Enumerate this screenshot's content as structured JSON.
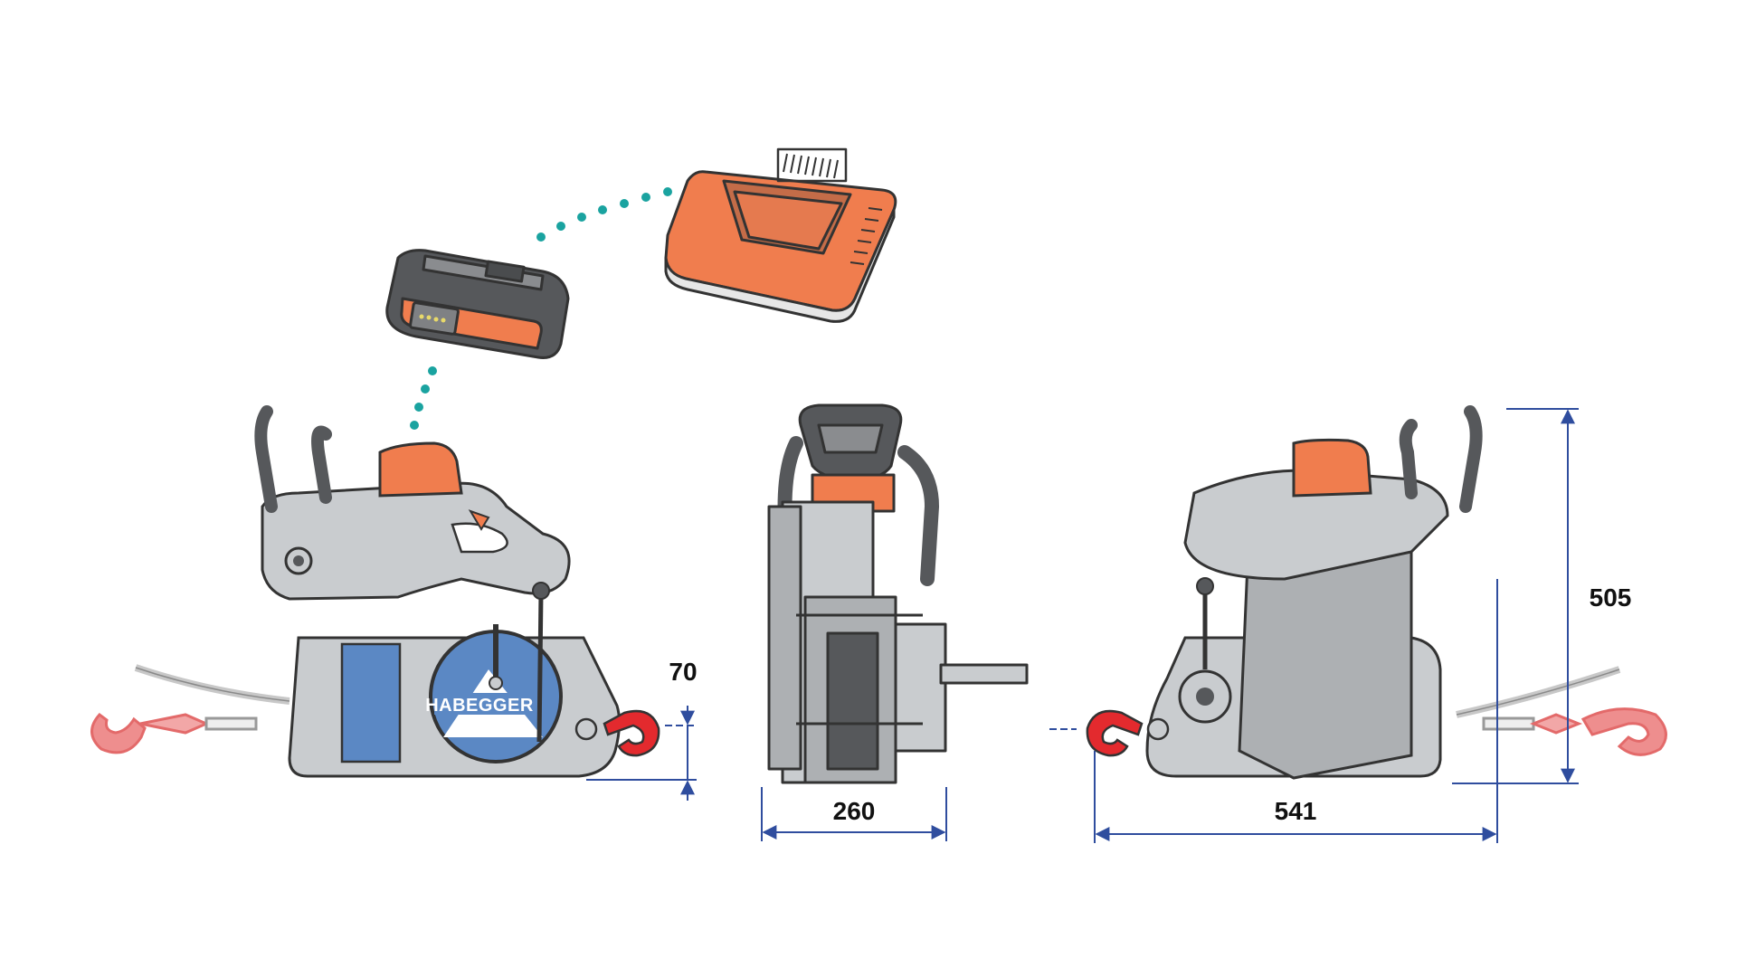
{
  "brand": {
    "logo_text": "HABEGGER"
  },
  "dimensions": {
    "offset": "70",
    "width": "260",
    "length": "541",
    "height": "505"
  },
  "colors": {
    "orange": "#F07D4E",
    "body_grey": "#C9CCCF",
    "dark_grey": "#56585B",
    "blue_panel": "#5B88C4",
    "red_hook": "#E32A2E",
    "hook_faded": "#EE7F7F",
    "dotted_line": "#1AA3A0",
    "dimension_line": "#2F4D9E"
  },
  "icons": [
    "battery-icon",
    "charger-icon",
    "winch-icon",
    "hook-icon",
    "wire-rope-icon"
  ]
}
